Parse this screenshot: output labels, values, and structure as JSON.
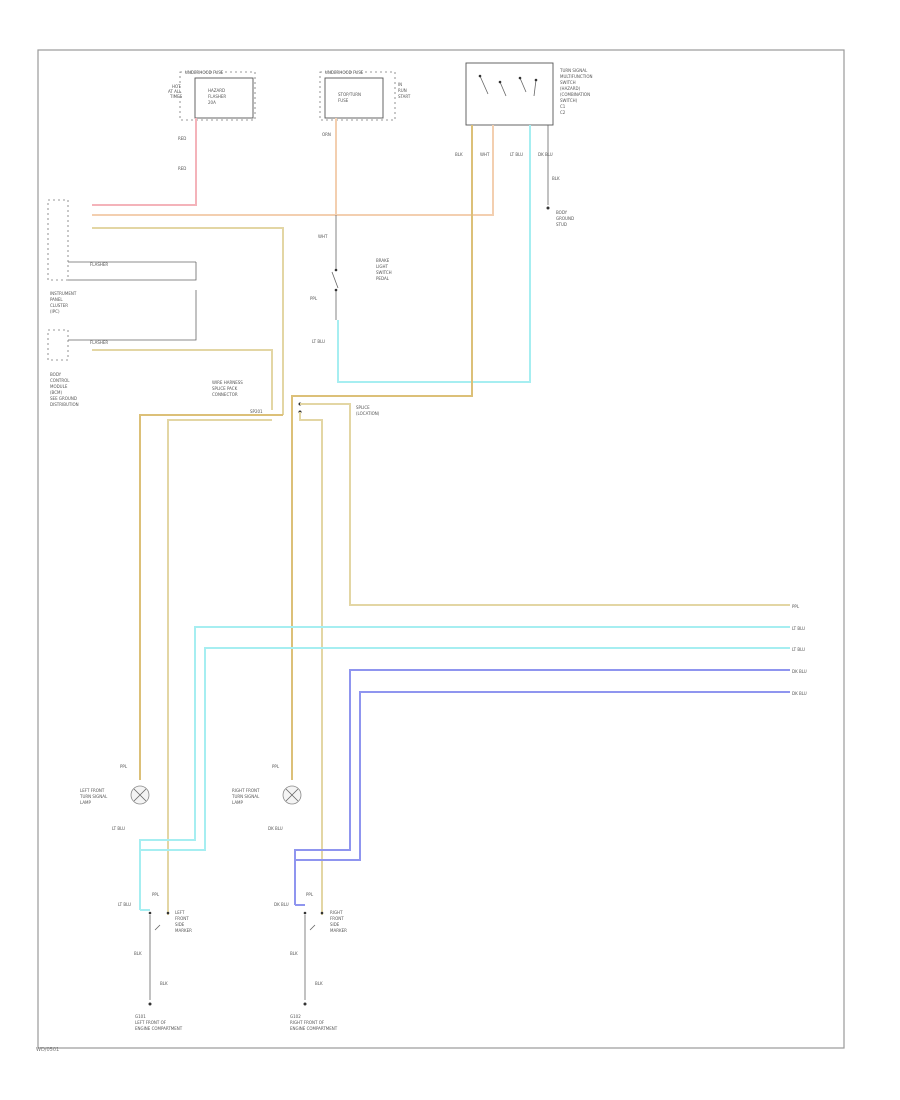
{
  "colors": {
    "red": "#f4b3ba",
    "orange": "#f3cfb0",
    "tan": "#e3d6a4",
    "yellow": "#dcc078",
    "cyan": "#a6eef1",
    "blue": "#8f95ef",
    "frame": "#9a9a9a"
  },
  "labels": {
    "fuse_block_1": "UNDERHOOD FUSE",
    "fuse_block_2": "UNDERHOOD FUSE",
    "fuse_left_1": "HOT",
    "fuse_left_2": "AT ALL",
    "fuse_left_3": "TIMES",
    "fuse_1_a": "HAZARD",
    "fuse_1_b": "FLASHER",
    "fuse_1_c": "20A",
    "fuse_2_a": "STOP/TURN",
    "fuse_2_b": "FUSE",
    "fuse_right_1": "IN",
    "fuse_right_2": "RUN",
    "fuse_right_3": "START",
    "switch_1": "TURN SIGNAL",
    "switch_2": "MULTIFUNCTION",
    "switch_3": "SWITCH",
    "switch_4": "(HAZARD)",
    "switch_5": "(COMBINATION",
    "switch_6": "SWITCH)",
    "wire_red_1": "RED",
    "wire_red_2": "RED",
    "wire_orange": "ORN",
    "wire_ppl": "PPL",
    "wire_ltblu": "LT BLU",
    "wire_dkblu": "DK BLU",
    "wire_blk": "BLK",
    "wire_wht": "WHT",
    "ground_1": "BODY",
    "ground_2": "GROUND",
    "ground_3": "STUD",
    "module_1": "HAZARD",
    "module_2": "SWITCH",
    "module_3": "FLASHER",
    "module_4": "COMBINATION",
    "module_5": "FLASHER",
    "module_6": "HAZARD",
    "pin_c1": "C1",
    "pin_c2": "C2",
    "brake_1": "BRAKE",
    "brake_2": "LIGHT",
    "brake_3": "SWITCH",
    "brake_4": "PEDAL",
    "junction_1": "WIRE HARNESS",
    "junction_2": "SPLICE PACK",
    "junction_3": "CONNECTOR",
    "junction_4": "SP201",
    "splice_label": "SPLICE",
    "splice_label_2": "(LOCATION)",
    "out_1": "PPL",
    "out_2": "LT BLU",
    "out_3": "LT BLU",
    "out_4": "DK BLU",
    "out_5": "DK BLU",
    "lamp_left_1": "LEFT FRONT",
    "lamp_left_2": "TURN SIGNAL",
    "lamp_left_3": "LAMP",
    "lamp_right_1": "RIGHT FRONT",
    "lamp_right_2": "TURN SIGNAL",
    "lamp_right_3": "LAMP",
    "side_left_1": "LEFT",
    "side_left_2": "FRONT",
    "side_left_3": "SIDE",
    "side_left_4": "MARKER",
    "side_right_1": "RIGHT",
    "side_right_2": "FRONT",
    "side_right_3": "SIDE",
    "side_right_4": "MARKER",
    "gnd_left_1": "G101",
    "gnd_left_2": "LEFT FRONT OF",
    "gnd_left_3": "ENGINE COMPARTMENT",
    "gnd_right_1": "G102",
    "gnd_right_2": "RIGHT FRONT OF",
    "gnd_right_3": "ENGINE COMPARTMENT",
    "ipc_1": "INSTRUMENT",
    "ipc_2": "PANEL",
    "ipc_3": "CLUSTER",
    "ipc_4": "(IPC)",
    "body_1": "BODY",
    "body_2": "CONTROL",
    "body_3": "MODULE",
    "body_4": "(BCM)",
    "body_5": "SEE GROUND",
    "body_6": "DISTRIBUTION",
    "footnote": "WD/0501"
  }
}
